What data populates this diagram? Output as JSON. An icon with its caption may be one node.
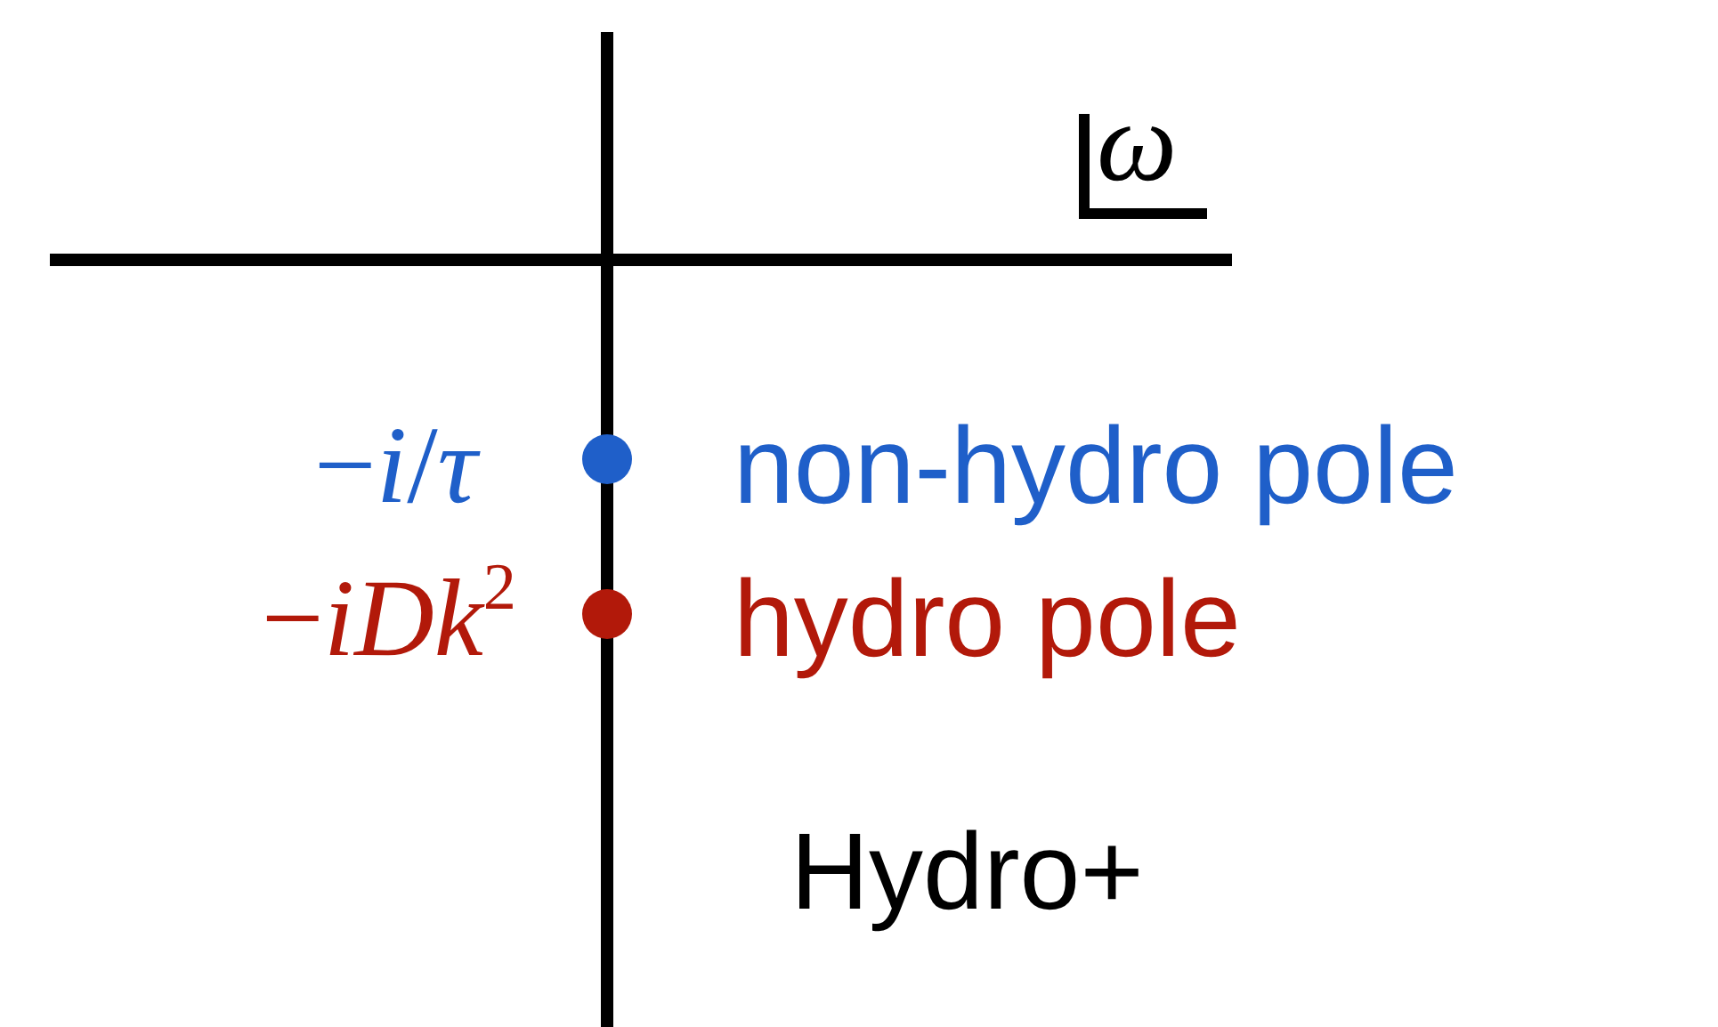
{
  "diagram": {
    "labels": [
      "ω",
      "−*i*/*τ*",
      "non-hydro pole",
      "−*iDk*$^{2}$",
      "hydro pole",
      "Hydro+"
    ]
  }
}
